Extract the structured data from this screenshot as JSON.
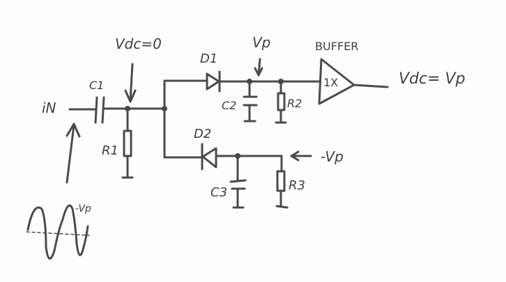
{
  "diagram": {
    "type": "circuit-schematic",
    "title": "Peak detector with buffer",
    "labels": {
      "input": "iN",
      "c1": "C1",
      "vdc_zero": "Vdc=0",
      "r1": "R1",
      "d1": "D1",
      "vp_top": "Vp",
      "c2": "C2",
      "r2": "R2",
      "buffer_title": "BUFFER",
      "buffer_gain": "1X",
      "output": "Vdc= Vp",
      "d2": "D2",
      "neg_vp": "-Vp",
      "c3": "C3",
      "r3": "R3",
      "waveform_peak": "-Vp"
    },
    "components": [
      {
        "id": "C1",
        "kind": "capacitor",
        "connects": [
          "input",
          "node-A"
        ]
      },
      {
        "id": "R1",
        "kind": "resistor",
        "connects": [
          "node-A",
          "ground"
        ]
      },
      {
        "id": "D1",
        "kind": "diode",
        "connects": [
          "node-B",
          "node-Vp"
        ]
      },
      {
        "id": "C2",
        "kind": "capacitor",
        "connects": [
          "node-Vp",
          "ground"
        ]
      },
      {
        "id": "R2",
        "kind": "resistor",
        "connects": [
          "node-Vp",
          "ground"
        ]
      },
      {
        "id": "BUFFER",
        "kind": "buffer",
        "gain": "1X",
        "connects": [
          "node-Vp",
          "output"
        ]
      },
      {
        "id": "D2",
        "kind": "diode",
        "connects": [
          "node-negVp",
          "node-B"
        ]
      },
      {
        "id": "C3",
        "kind": "capacitor",
        "connects": [
          "node-negVp",
          "ground"
        ]
      },
      {
        "id": "R3",
        "kind": "resistor",
        "connects": [
          "node-negVp",
          "ground"
        ]
      }
    ]
  }
}
